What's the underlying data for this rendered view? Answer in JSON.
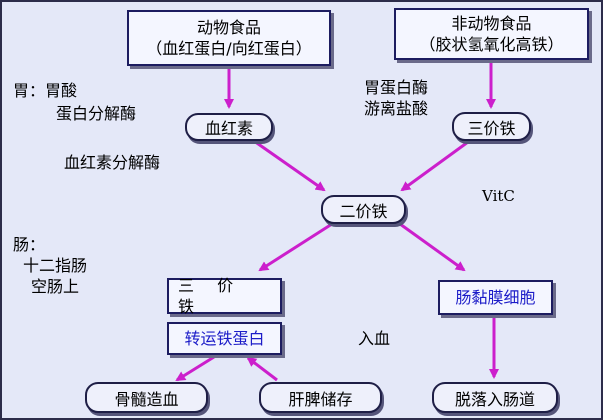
{
  "boxes": {
    "animal_food": {
      "line1": "动物食品",
      "line2": "（血红蛋白/向红蛋白）"
    },
    "nonanimal_food": {
      "line1": "非动物食品",
      "line2": "（胶状氢氧化高铁）"
    },
    "heme": "血红素",
    "ferric_top": "三价铁",
    "ferrous": "二价铁",
    "ferric_bottom": "三 价 铁",
    "transferrin": "转运铁蛋白",
    "mucosal_cell": "肠黏膜细胞",
    "bone_marrow": "骨髓造血",
    "liver_spleen": "肝脾储存",
    "shed_intestine": "脱落入肠道"
  },
  "labels": {
    "stomach_title": "胃：胃酸",
    "stomach_enzyme": "蛋白分解酶",
    "heme_enzyme": "血红素分解酶",
    "pepsin": "胃蛋白酶",
    "hcl": "游离盐酸",
    "vitc": "VitC",
    "intestine_title": "肠：",
    "duodenum": "十二指肠",
    "jejunum": "空肠上",
    "into_blood": "入血"
  },
  "colors": {
    "arrow": "#cc1fcc",
    "box_border": "#1c1c60",
    "background": "#e4e8f8",
    "highlight_text": "#1c1cc8"
  }
}
